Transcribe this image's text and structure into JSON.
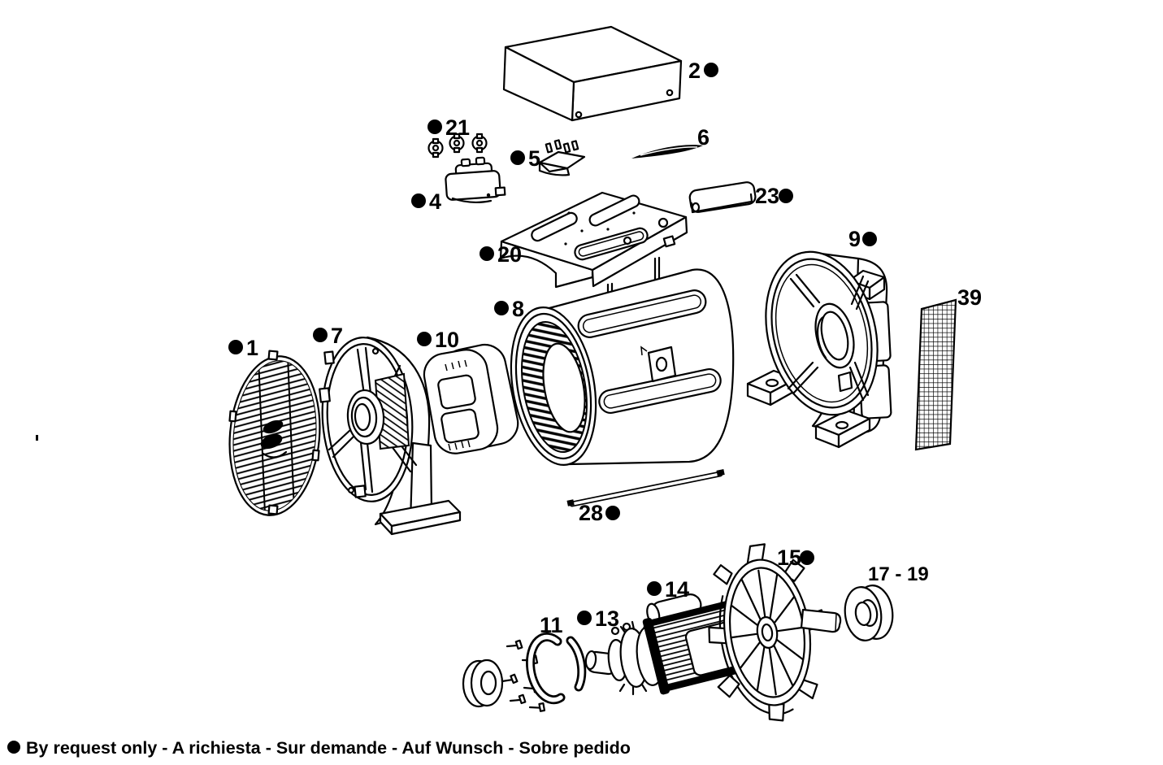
{
  "diagram": {
    "background": "#ffffff",
    "ink": "#000000",
    "labels": {
      "p1": {
        "text": "1",
        "by_request": true
      },
      "p2": {
        "text": "2",
        "by_request": true
      },
      "p4": {
        "text": "4",
        "by_request": true
      },
      "p5": {
        "text": "5",
        "by_request": true
      },
      "p6": {
        "text": "6",
        "by_request": false
      },
      "p7": {
        "text": "7",
        "by_request": true
      },
      "p8": {
        "text": "8",
        "by_request": true
      },
      "p9": {
        "text": "9",
        "by_request": true
      },
      "p10": {
        "text": "10",
        "by_request": true
      },
      "p11": {
        "text": "11",
        "by_request": false
      },
      "p13": {
        "text": "13",
        "by_request": true
      },
      "p14": {
        "text": "14",
        "by_request": true
      },
      "p15": {
        "text": "15",
        "by_request": true
      },
      "p17_19": {
        "text": "17 - 19",
        "by_request": false
      },
      "p20": {
        "text": "20",
        "by_request": true
      },
      "p21": {
        "text": "21",
        "by_request": true
      },
      "p23": {
        "text": "23",
        "by_request": true
      },
      "p28": {
        "text": "28",
        "by_request": true
      },
      "p39": {
        "text": "39",
        "by_request": false
      }
    },
    "legend": {
      "marker": "filled-circle",
      "text": "By request only - A richiesta - Sur demande - Auf Wunsch - Sobre pedido"
    }
  }
}
